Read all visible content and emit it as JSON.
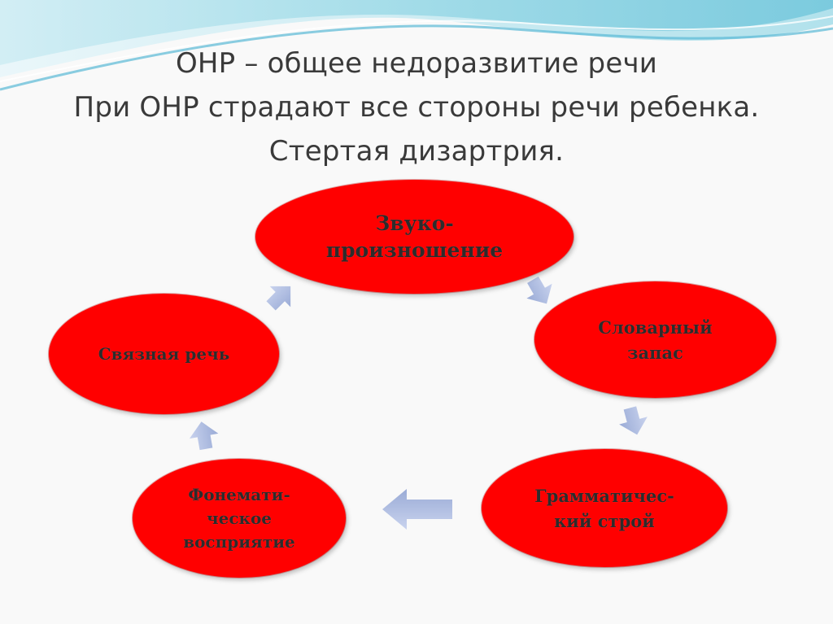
{
  "slide": {
    "title_line1": "ОНР – общее недоразвитие речи",
    "title_line2": "При ОНР страдают все стороны речи ребенка.",
    "title_line3": "Стертая дизартрия."
  },
  "cycle": [
    {
      "label": "Звуко-\nпроизношение"
    },
    {
      "label": "Словарный\nзапас"
    },
    {
      "label": "Грамматичес-\nкий строй"
    },
    {
      "label": "Фонемати-\nческое\nвосприятие"
    },
    {
      "label": "Связная речь"
    }
  ],
  "colors": {
    "ellipse_fill": "#ff0000",
    "arrow_fill": "#a9b8de",
    "title_text": "#3a3a3a"
  }
}
